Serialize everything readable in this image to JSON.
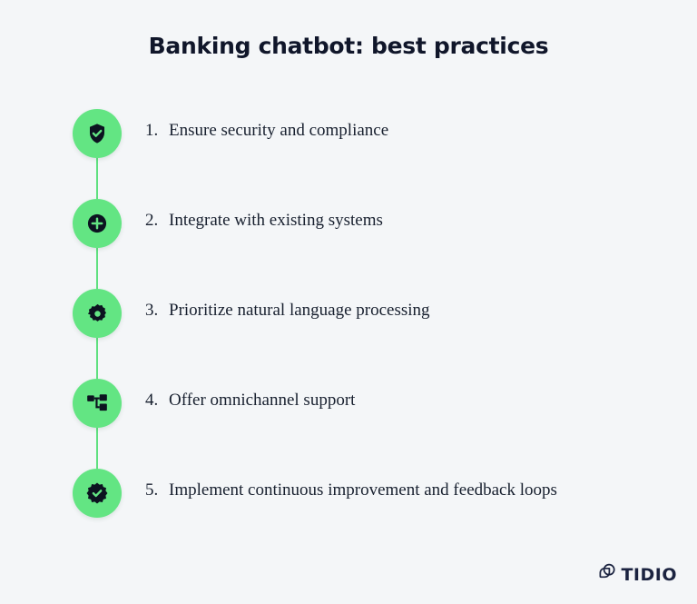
{
  "page": {
    "title": "Banking chatbot: best practices",
    "background_color": "#f4f6f8",
    "accent_color": "#63e583",
    "text_color": "#18202f"
  },
  "steps": [
    {
      "number": "1.",
      "label": "Ensure security and compliance",
      "icon": "shield-check-icon"
    },
    {
      "number": "2.",
      "label": "Integrate with existing systems",
      "icon": "plus-circle-icon"
    },
    {
      "number": "3.",
      "label": "Prioritize natural language processing",
      "icon": "gear-icon"
    },
    {
      "number": "4.",
      "label": "Offer omnichannel support",
      "icon": "sitemap-icon"
    },
    {
      "number": "5.",
      "label": "Implement continuous improvement and feedback loops",
      "icon": "badge-check-icon"
    }
  ],
  "logo": {
    "name": "TIDIO",
    "mark": "chat-bubble-icon",
    "color": "#1b2340"
  }
}
